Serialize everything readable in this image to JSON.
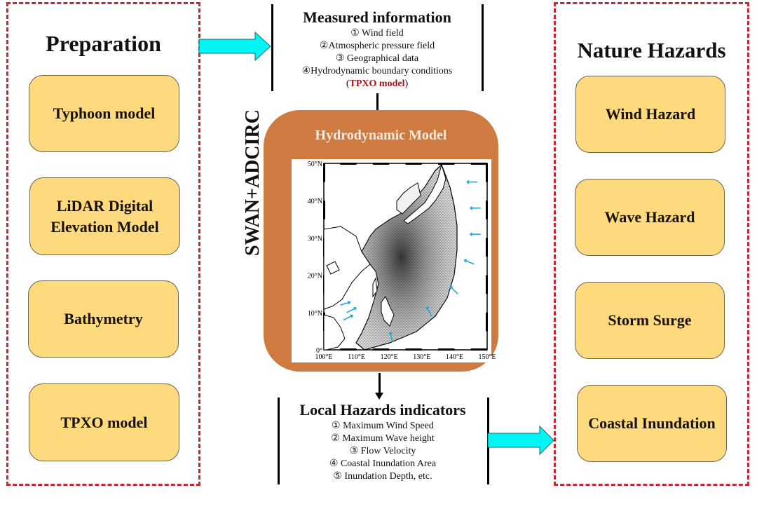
{
  "preparation": {
    "title": "Preparation",
    "items": [
      {
        "label": "Typhoon model"
      },
      {
        "label": "LiDAR Digital Elevation Model"
      },
      {
        "label": "Bathymetry"
      },
      {
        "label": "TPXO model"
      }
    ]
  },
  "measured_information": {
    "title": "Measured information",
    "lines": [
      "① Wind field",
      "②Atmospheric pressure field",
      "③ Geographical data",
      "④Hydrodynamic boundary conditions"
    ],
    "note_open": "(",
    "note_highlight": "TPXO model",
    "note_close": ")"
  },
  "hydrodynamic_model": {
    "title": "Hydrodynamic Model",
    "side_label": "SWAN+ADCIRC",
    "map": {
      "lat_labels": [
        "50°N",
        "40°N",
        "30°N",
        "20°N",
        "10°N",
        "0°"
      ],
      "lon_labels": [
        "100°E",
        "110°E",
        "120°E",
        "130°E",
        "140°E",
        "150°E"
      ],
      "lat_range": [
        0,
        50
      ],
      "lon_range": [
        100,
        150
      ]
    }
  },
  "local_hazards": {
    "title": "Local Hazards indicators",
    "lines": [
      "① Maximum Wind Speed",
      "② Maximum Wave height",
      "③ Flow Velocity",
      "④ Coastal Inundation  Area",
      "⑤ Inundation Depth, etc."
    ]
  },
  "nature_hazards": {
    "title": "Nature Hazards",
    "items": [
      {
        "label": "Wind Hazard"
      },
      {
        "label": "Wave Hazard"
      },
      {
        "label": "Storm Surge"
      },
      {
        "label": "Coastal Inundation"
      }
    ]
  },
  "colors": {
    "dashed_border": "#c42a35",
    "node_fill": "#fdda7e",
    "model_fill": "#cf7a40",
    "arrow_fill": "#00f5f5",
    "highlight_text": "#a1161d"
  }
}
